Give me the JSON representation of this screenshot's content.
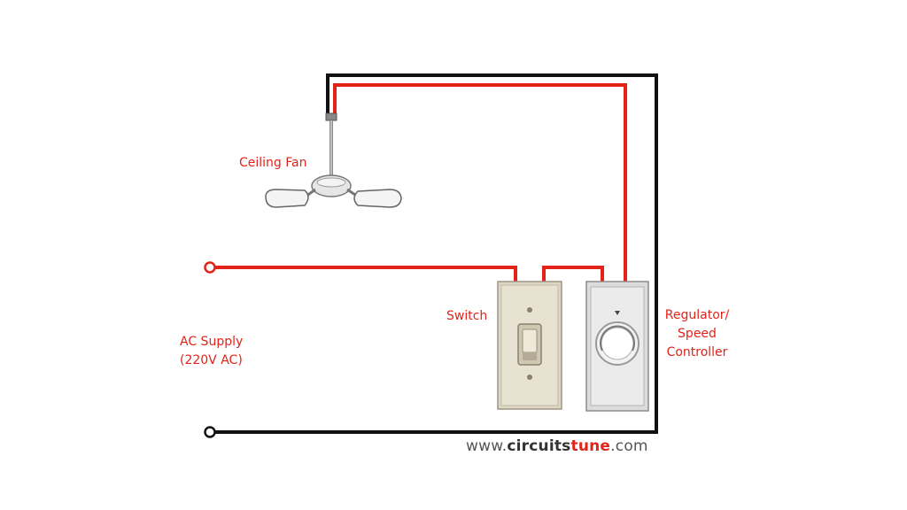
{
  "colors": {
    "live_wire": "#e2231a",
    "neutral_wire": "#111111",
    "label_text": "#e2231a",
    "watermark_text": "#555555"
  },
  "labels": {
    "ceiling_fan": "Ceiling Fan",
    "switch": "Switch",
    "ac_supply_line1": "AC Supply",
    "ac_supply_line2": "(220V AC)",
    "regulator_line1": "Regulator/",
    "regulator_line2": "Speed",
    "regulator_line3": "Controller"
  },
  "watermark": {
    "prefix": "www.",
    "brand_part1": "circuits",
    "brand_part2": "tune",
    "suffix": ".com"
  },
  "icons": {
    "fan": "ceiling-fan-icon",
    "switch": "toggle-switch-icon",
    "regulator": "dial-regulator-icon",
    "terminal": "terminal-circle-icon"
  }
}
